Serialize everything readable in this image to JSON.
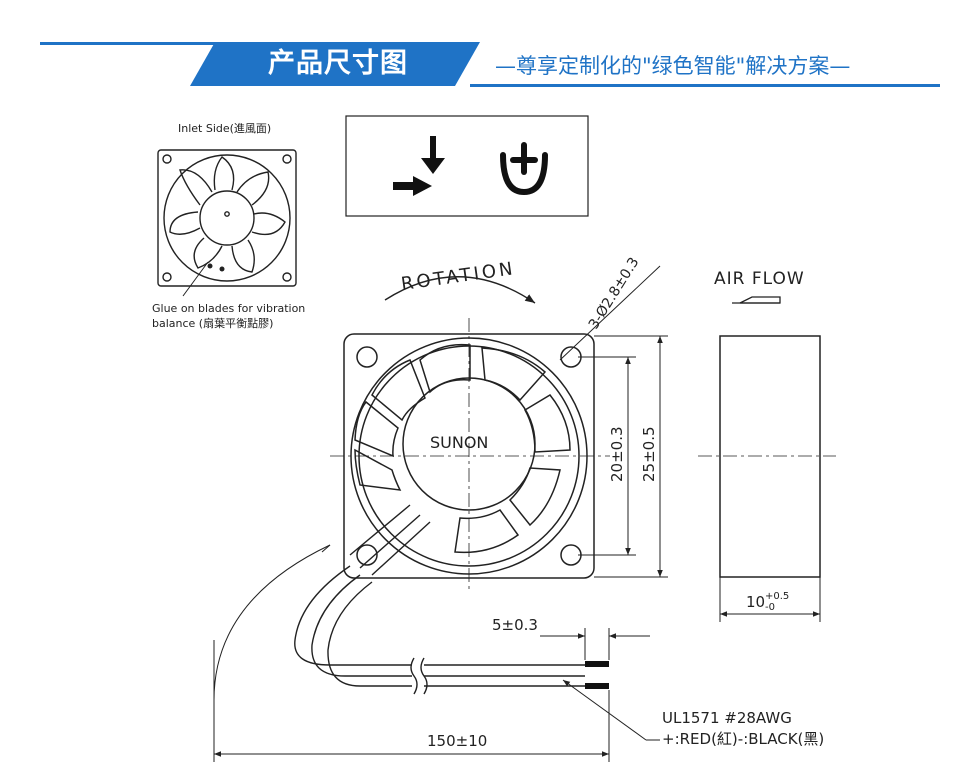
{
  "header": {
    "title": "产品尺寸图",
    "subtitle": "—尊享定制化的\"绿色智能\"解决方案—",
    "accent_color": "#1f73c6"
  },
  "inlet_view": {
    "label": "Inlet Side(進風面)",
    "note_line1": "Glue on blades for vibration",
    "note_line2": "balance (扇葉平衡點膠)"
  },
  "marks_box": {
    "icons": [
      "direction-arrows-icon",
      "pse-mark-icon"
    ]
  },
  "front_view": {
    "rotation_label": "ROTATION",
    "hole_label": "3-Ø2.8±0.3",
    "brand": "SUNON",
    "dim_inner": "20±0.3",
    "dim_outer": "25±0.5"
  },
  "side_view": {
    "airflow_label": "AIR FLOW",
    "thickness": "10",
    "thickness_tol_upper": "+0.5",
    "thickness_tol_lower": "-0"
  },
  "cable": {
    "strip_length": "5±0.3",
    "length": "150±10",
    "spec_line1": "UL1571  #28AWG",
    "spec_line2": "+:RED(紅)-:BLACK(黑)"
  }
}
